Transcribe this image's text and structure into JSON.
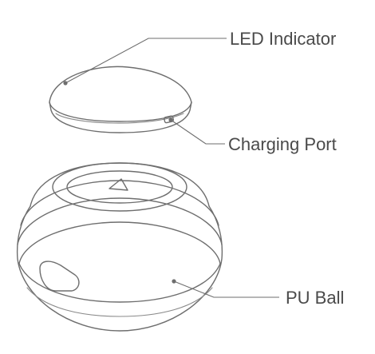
{
  "labels": {
    "led_indicator": "LED Indicator",
    "charging_port": "Charging Port",
    "pu_ball": "PU Ball"
  },
  "colors": {
    "outline": "#6e6e6e",
    "label_text": "#4a4a4a",
    "background": "#ffffff"
  }
}
